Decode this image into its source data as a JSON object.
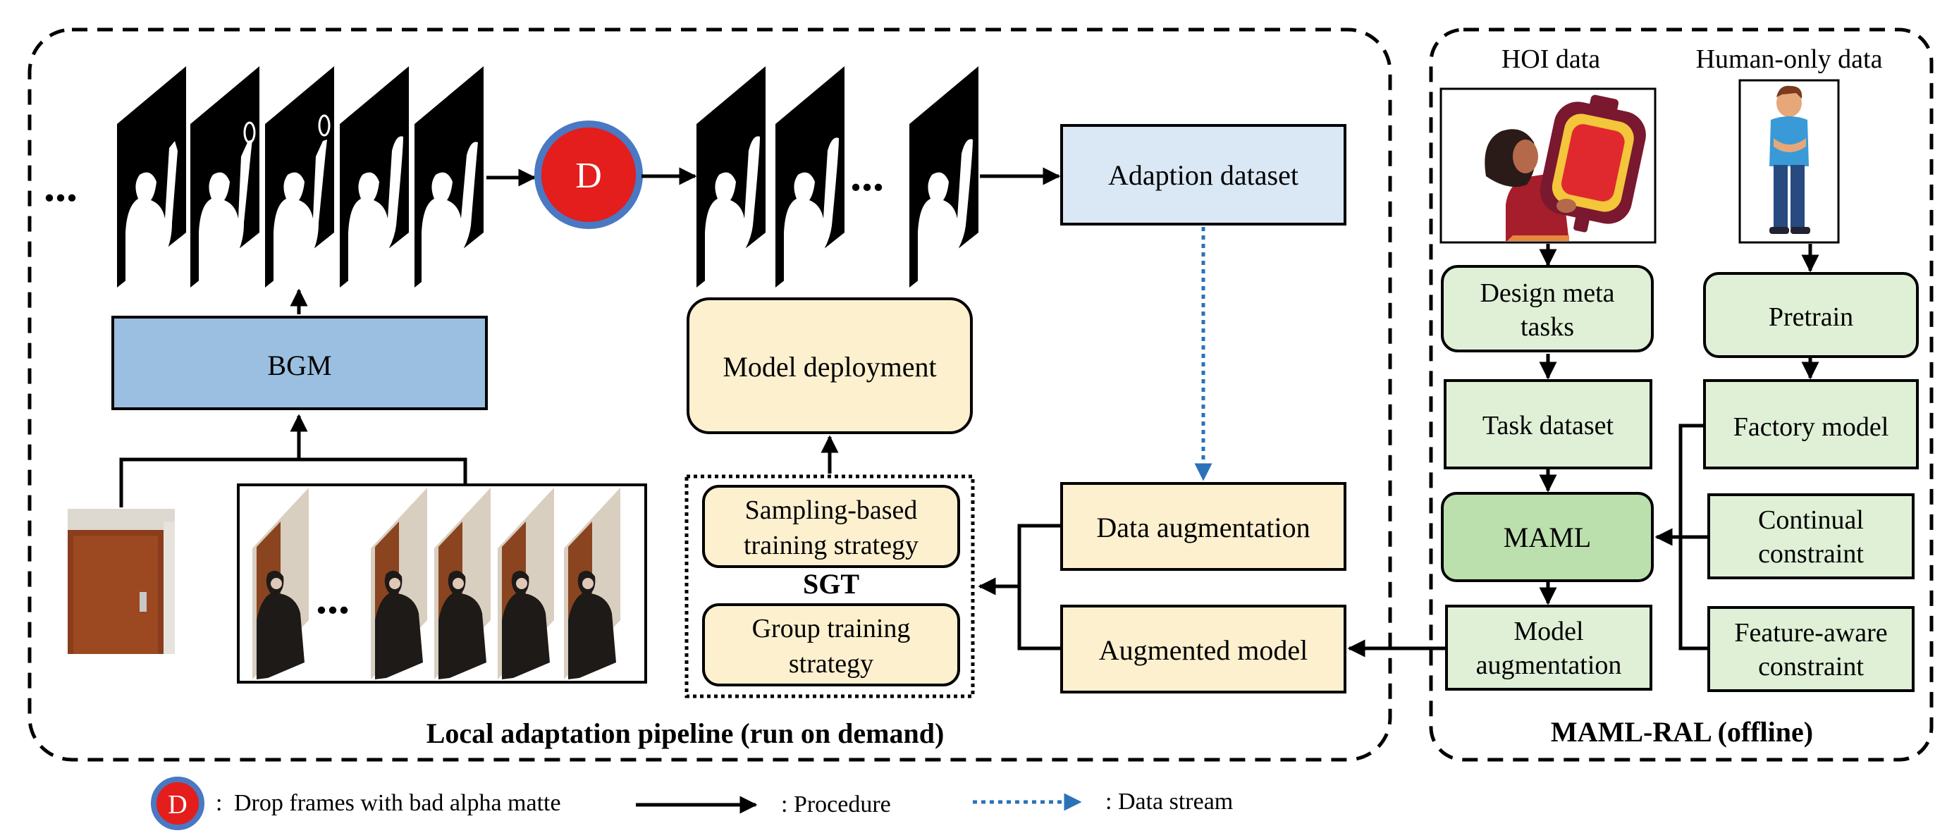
{
  "colors": {
    "blue_box": "#9bbfe0",
    "light_blue_box": "#dae8f5",
    "yellow_box": "#fdf0cf",
    "green_box": "#dff0d6",
    "green_box_dark": "#bcdfae",
    "drop_red": "#e41d1d",
    "drop_ring": "#4a78c2",
    "data_stream": "#2b72b8",
    "border": "#000000"
  },
  "local_pipeline": {
    "title": "Local adaptation pipeline (run on demand)",
    "bgm": "BGM",
    "drop_symbol": "D",
    "ellipsis": "...",
    "adaption_dataset": "Adaption dataset",
    "model_deployment": "Model deployment",
    "sgt": {
      "label": "SGT",
      "sampling": "Sampling-based training strategy",
      "group": "Group training strategy"
    },
    "data_augmentation": "Data augmentation",
    "augmented_model": "Augmented model"
  },
  "maml_ral": {
    "title": "MAML-RAL (offline)",
    "hoi_data": "HOI data",
    "human_only_data": "Human-only data",
    "design_meta_tasks": "Design meta tasks",
    "task_dataset": "Task dataset",
    "maml": "MAML",
    "model_augmentation": "Model augmentation",
    "pretrain": "Pretrain",
    "factory_model": "Factory model",
    "continual_constraint": "Continual constraint",
    "feature_aware_constraint": "Feature-aware constraint"
  },
  "legend": {
    "drop": "Drop frames with bad alpha matte",
    "procedure": ": Procedure",
    "data_stream": ": Data stream",
    "drop_prefix": ":"
  }
}
